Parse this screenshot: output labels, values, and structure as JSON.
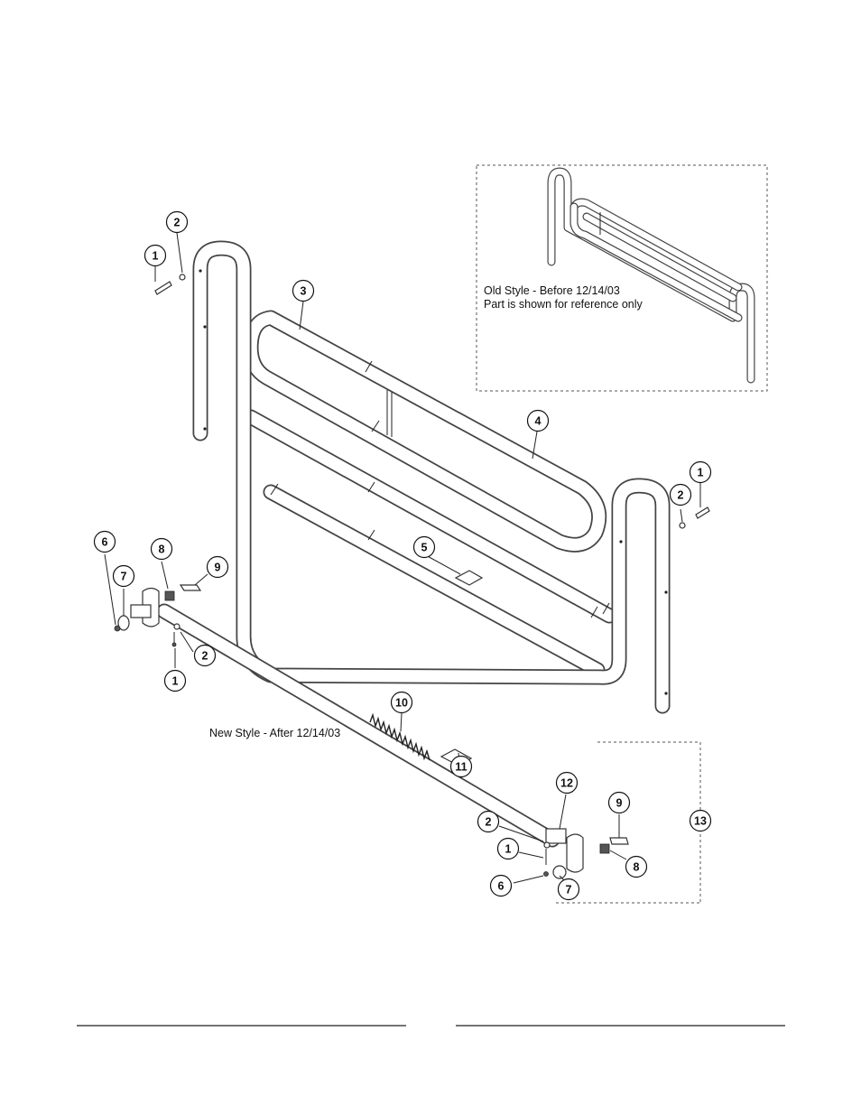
{
  "notes": {
    "old_style_line1": "Old Style - Before 12/14/03",
    "old_style_line2": "Part is shown for reference only",
    "new_style": "New Style - After 12/14/03"
  },
  "callouts": [
    {
      "id": "c-1a",
      "label": "1"
    },
    {
      "id": "c-2a",
      "label": "2"
    },
    {
      "id": "c-3",
      "label": "3"
    },
    {
      "id": "c-4",
      "label": "4"
    },
    {
      "id": "c-1b",
      "label": "1"
    },
    {
      "id": "c-2b",
      "label": "2"
    },
    {
      "id": "c-5",
      "label": "5"
    },
    {
      "id": "c-6a",
      "label": "6"
    },
    {
      "id": "c-7a",
      "label": "7"
    },
    {
      "id": "c-8a",
      "label": "8"
    },
    {
      "id": "c-9a",
      "label": "9"
    },
    {
      "id": "c-2c",
      "label": "2"
    },
    {
      "id": "c-1c",
      "label": "1"
    },
    {
      "id": "c-10",
      "label": "10"
    },
    {
      "id": "c-11",
      "label": "11"
    },
    {
      "id": "c-12",
      "label": "12"
    },
    {
      "id": "c-2d",
      "label": "2"
    },
    {
      "id": "c-1d",
      "label": "1"
    },
    {
      "id": "c-6b",
      "label": "6"
    },
    {
      "id": "c-7b",
      "label": "7"
    },
    {
      "id": "c-9b",
      "label": "9"
    },
    {
      "id": "c-8b",
      "label": "8"
    },
    {
      "id": "c-13",
      "label": "13"
    }
  ]
}
